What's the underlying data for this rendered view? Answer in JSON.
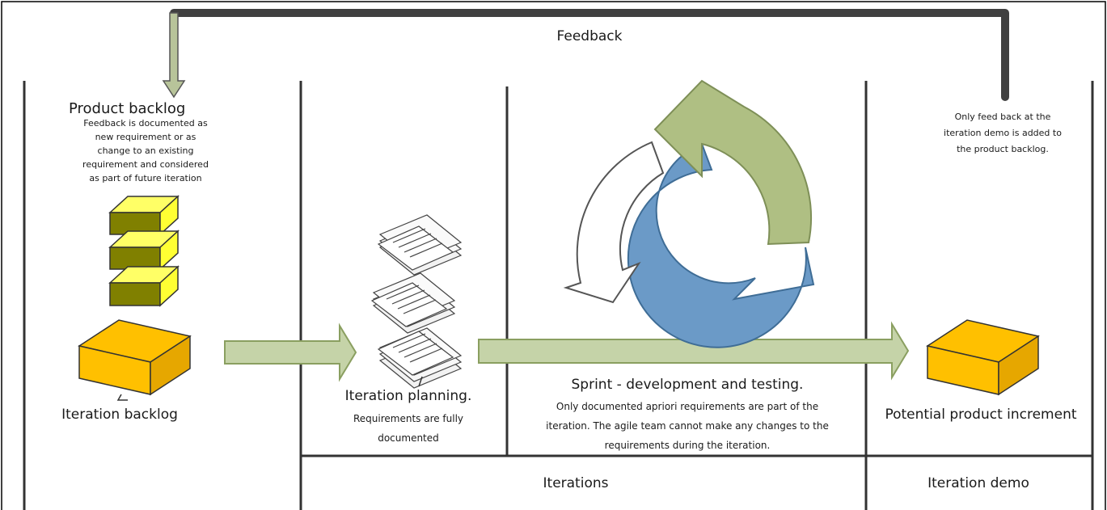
{
  "feedback_label": "Feedback",
  "product_backlog": {
    "title": "Product backlog",
    "description": [
      "Feedback is documented as",
      "new requirement or as",
      "change to an existing",
      "requirement and considered",
      "as  part of future iteration"
    ]
  },
  "iteration_backlog": {
    "title": "Iteration backlog"
  },
  "iteration_planning": {
    "title": "Iteration planning.",
    "description": [
      "Requirements are fully",
      "documented"
    ]
  },
  "sprint": {
    "title": "Sprint - development and testing.",
    "description": [
      "Only documented apriori requirements are part of the",
      "iteration.  The agile team cannot make any changes to the",
      "requirements during the iteration."
    ]
  },
  "demo_note": [
    "Only feed back at the",
    "iteration demo is added to",
    "the product backlog."
  ],
  "potential_increment": {
    "title": "Potential product increment"
  },
  "bottom_labels": {
    "iterations": "Iterations",
    "iteration_demo": "Iteration demo"
  },
  "colors": {
    "arrow_green_fill": "#c5d3a8",
    "arrow_green_stroke": "#8a9f60",
    "cycle_green": "#afbf83",
    "cycle_blue": "#6b9ac7",
    "yellow_face": "#ffff33",
    "yellow_dark": "#808000",
    "orange_top": "#ffcc00",
    "orange_side": "#e6a700",
    "feedback_bar": "#404040"
  }
}
